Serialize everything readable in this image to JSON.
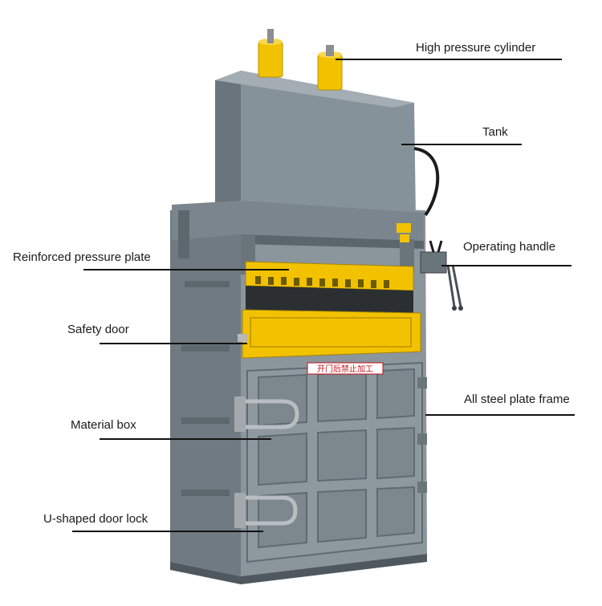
{
  "labels": {
    "high_pressure_cylinder": "High pressure cylinder",
    "tank": "Tank",
    "reinforced_pressure_plate": "Reinforced pressure plate",
    "operating_handle": "Operating handle",
    "safety_door": "Safety door",
    "all_steel_plate_frame": "All steel plate frame",
    "material_box": "Material box",
    "u_shaped_door_lock": "U-shaped door lock"
  },
  "sign_text": "开门后禁止加工",
  "colors": {
    "machine_body": "#7f8a92",
    "machine_dark": "#5f6a72",
    "machine_light": "#9aa4ab",
    "accent_yellow": "#f2c200",
    "leader_line": "#111111"
  }
}
